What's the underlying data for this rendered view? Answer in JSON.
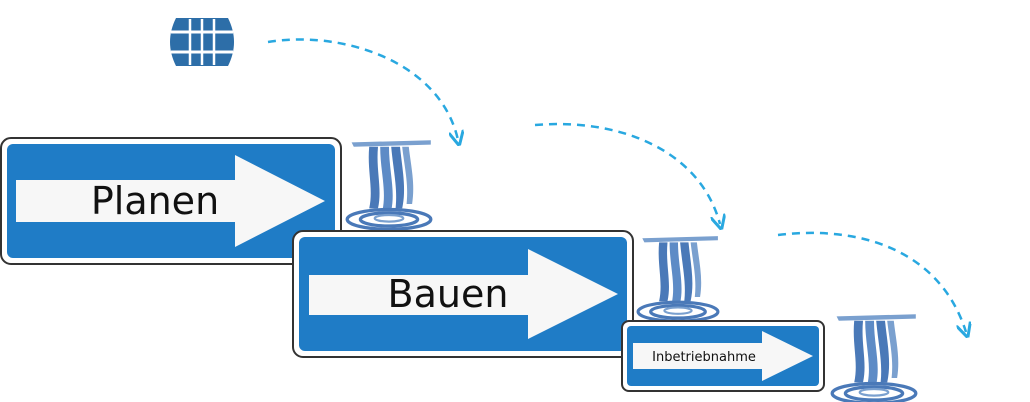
{
  "colors": {
    "sign_blue": "#1f7cc6",
    "sign_border": "#333333",
    "arrow_fill": "#f7f7f7",
    "flow_arrow": "#29a8e0",
    "waterfall": "#4a79b8",
    "barrel": "#2d6ea8"
  },
  "icons": {
    "barrel": "barrel-icon",
    "waterfall": "waterfall-icon",
    "flow": "dashed-curved-arrow"
  },
  "stages": [
    {
      "label": "Planen"
    },
    {
      "label": "Bauen"
    },
    {
      "label": "Inbetriebnahme"
    }
  ]
}
